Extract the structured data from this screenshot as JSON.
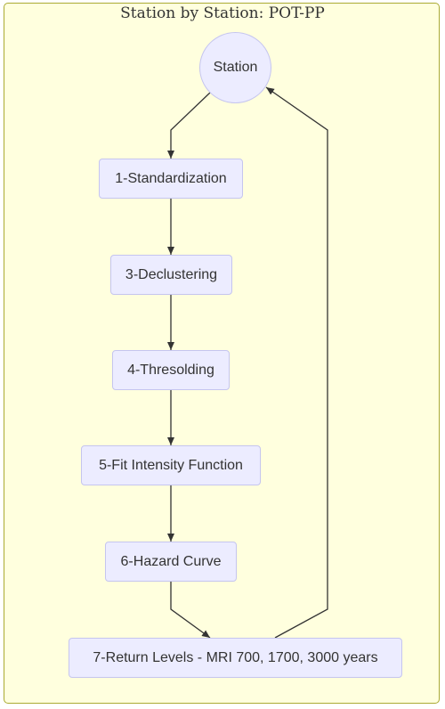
{
  "diagram": {
    "title": "Station by Station: POT-PP",
    "nodes": {
      "station": "Station",
      "standardization": "1-Standardization",
      "declustering": "3-Declustering",
      "thresholding": "4-Thresolding",
      "fit_intensity": "5-Fit Intensity Function",
      "hazard_curve": "6-Hazard Curve",
      "return_levels": "7-Return Levels - MRI 700, 1700, 3000 years"
    }
  },
  "colors": {
    "frame_fill": "#ffffde",
    "frame_stroke": "#aaaa33",
    "node_fill": "#ececff",
    "node_stroke": "#c5c5ef",
    "edge": "#333333"
  }
}
